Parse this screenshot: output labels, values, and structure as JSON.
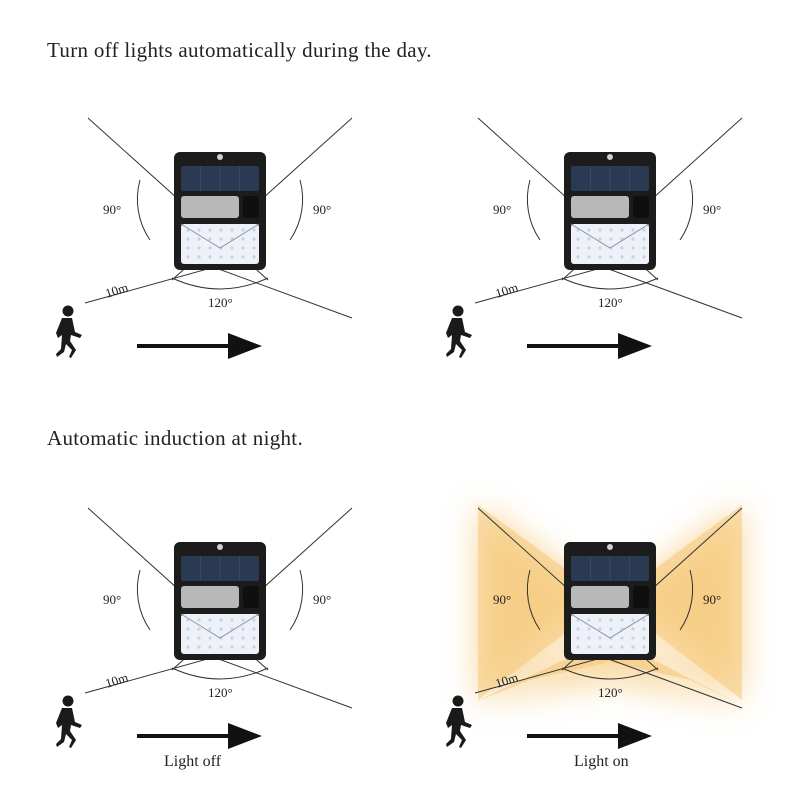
{
  "headings": {
    "day": "Turn off lights automatically during the day.",
    "night": "Automatic induction at night."
  },
  "labels": {
    "angle_side": "90°",
    "angle_bottom": "120°",
    "distance": "10m"
  },
  "captions": {
    "off": "Light off",
    "on": "Light on"
  },
  "panels": [
    {
      "id": "day-1",
      "glow": false
    },
    {
      "id": "day-2",
      "glow": false
    },
    {
      "id": "night-off",
      "glow": false
    },
    {
      "id": "night-on",
      "glow": true
    }
  ],
  "colors": {
    "glow": "#f5c878",
    "line": "#333333",
    "device_body": "#1c1c1c",
    "solar_panel": "#2a3a52",
    "led": "#eef2f8"
  },
  "icons": {
    "person": "walking-person-icon",
    "arrow": "right-arrow-icon",
    "device": "solar-wall-light-icon"
  }
}
